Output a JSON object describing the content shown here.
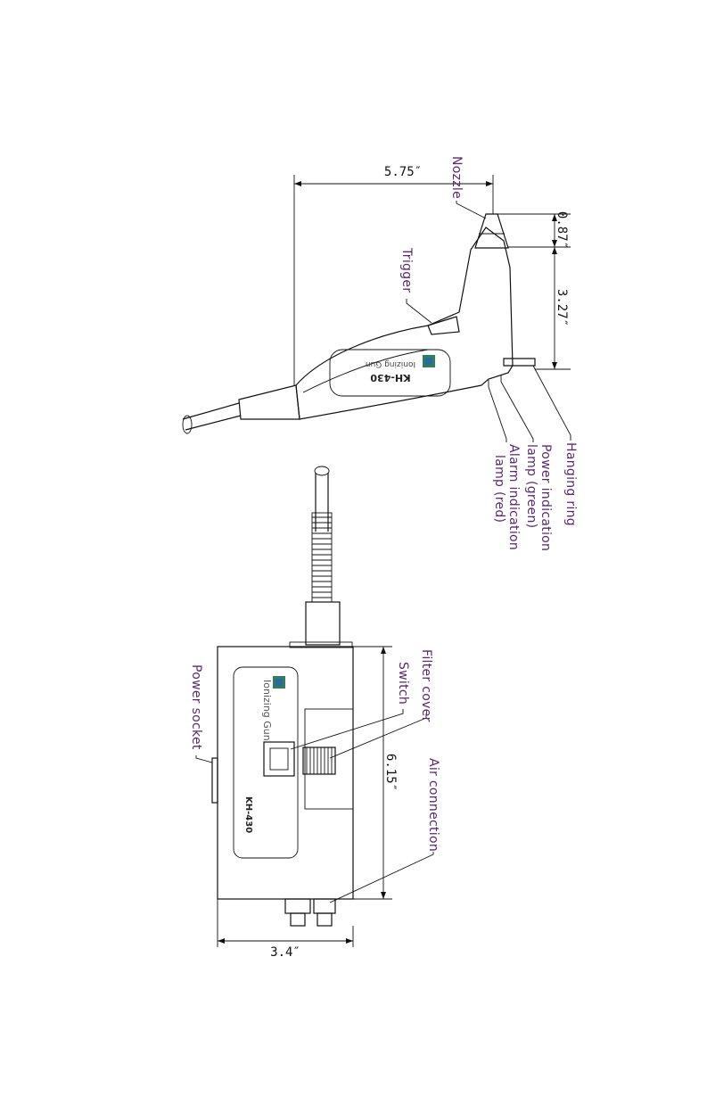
{
  "labels": {
    "nozzle": "Nozzle",
    "trigger": "Trigger",
    "hanging_ring": "Hanging ring",
    "power_lamp_line1": "Power indication",
    "power_lamp_line2": "lamp (green)",
    "alarm_lamp_line1": "Alarm indication",
    "alarm_lamp_line2": "lamp (red)",
    "filter_cover": "Filter cover",
    "switch": "Switch",
    "air_connection": "Air connection",
    "power_socket": "Power socket"
  },
  "dimensions": {
    "gun_length": "5.75″",
    "nozzle_length": "0.87″",
    "barrel_length": "3.27″",
    "box_length": "6.15″",
    "box_width": "3.4″"
  },
  "product_text": {
    "gun_brand": "Ionizing Gun",
    "gun_model": "KH-430",
    "box_brand": "Ionizing Gun",
    "box_model": "KH-430"
  },
  "colors": {
    "label_text": "#5a2a6a",
    "logo_green": "#2f7f5f",
    "logo_blue": "#2a6aa0"
  }
}
